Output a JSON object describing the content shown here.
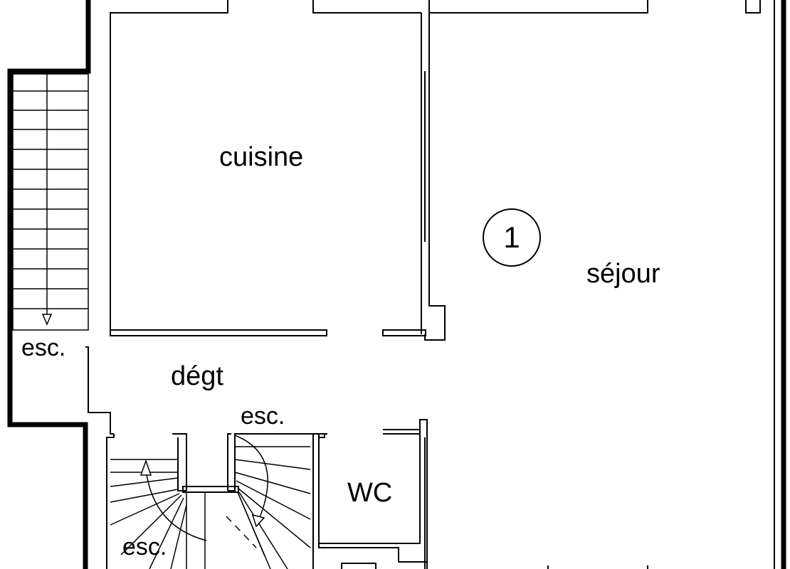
{
  "rooms": {
    "cuisine": "cuisine",
    "sejour": "séjour",
    "degt": "dégt",
    "wc": "WC"
  },
  "stairs": {
    "left": "esc.",
    "middle_top": "esc.",
    "bottom_left": "esc."
  },
  "marker": {
    "number": "1"
  },
  "colors": {
    "wall": "#000000",
    "background": "#ffffff"
  }
}
